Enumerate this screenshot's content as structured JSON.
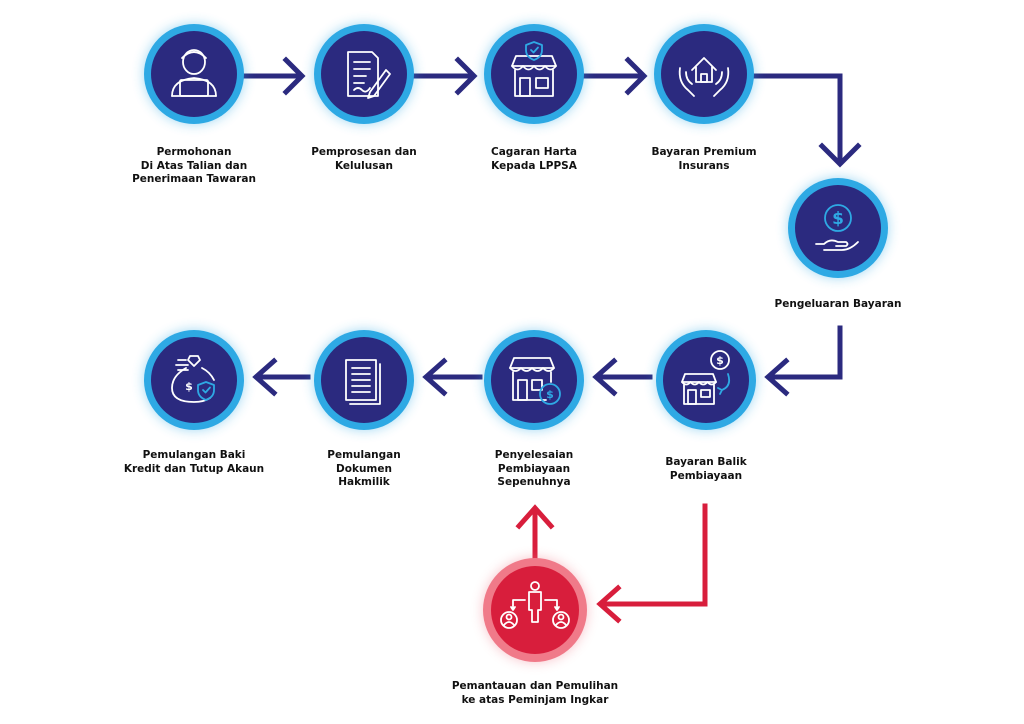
{
  "colors": {
    "flow": "#2b2a7f",
    "circle_fill": "#2b2a7f",
    "circle_ring": "#2ea9e4",
    "icon_stroke": "#ffffff",
    "icon_accent": "#2ea9e4",
    "alert_fill": "#d81e3c",
    "alert_ring": "#f07a89",
    "alert_flow": "#d81e3c"
  },
  "steps": [
    {
      "id": "s1",
      "label": "Permohonan\nDi Atas Talian dan\nPenerimaan Tawaran",
      "icon": "person-laptop-icon"
    },
    {
      "id": "s2",
      "label": "Pemprosesan dan\nKelulusan",
      "icon": "document-pen-icon"
    },
    {
      "id": "s3",
      "label": "Cagaran Harta\nKepada LPPSA",
      "icon": "shop-shield-icon"
    },
    {
      "id": "s4",
      "label": "Bayaran Premium\nInsurans",
      "icon": "house-hands-icon"
    },
    {
      "id": "s5",
      "label": "Pengeluaran Bayaran",
      "icon": "dollar-hand-icon"
    },
    {
      "id": "s6",
      "label": "Bayaran Balik\nPembiayaan",
      "icon": "shop-dollar-return-icon"
    },
    {
      "id": "s7",
      "label": "Penyelesaian\nPembiayaan\nSepenuhnya",
      "icon": "shop-dollar-icon"
    },
    {
      "id": "s8",
      "label": "Pemulangan\nDokumen\nHakmilik",
      "icon": "documents-stack-icon"
    },
    {
      "id": "s9",
      "label": "Pemulangan Baki\nKredit dan Tutup Akaun",
      "icon": "money-bag-shield-icon"
    }
  ],
  "branch": {
    "id": "b1",
    "label": "Pemantauan dan Pemulihan\nke atas Peminjam Ingkar",
    "icon": "people-network-icon"
  },
  "edges": [
    {
      "from": "s1",
      "to": "s2"
    },
    {
      "from": "s2",
      "to": "s3"
    },
    {
      "from": "s3",
      "to": "s4"
    },
    {
      "from": "s4",
      "to": "s5"
    },
    {
      "from": "s5",
      "to": "s6"
    },
    {
      "from": "s6",
      "to": "s7"
    },
    {
      "from": "s7",
      "to": "s8"
    },
    {
      "from": "s8",
      "to": "s9"
    },
    {
      "from": "s6",
      "to": "b1",
      "style": "alert"
    },
    {
      "from": "b1",
      "to": "s7",
      "style": "alert"
    }
  ]
}
